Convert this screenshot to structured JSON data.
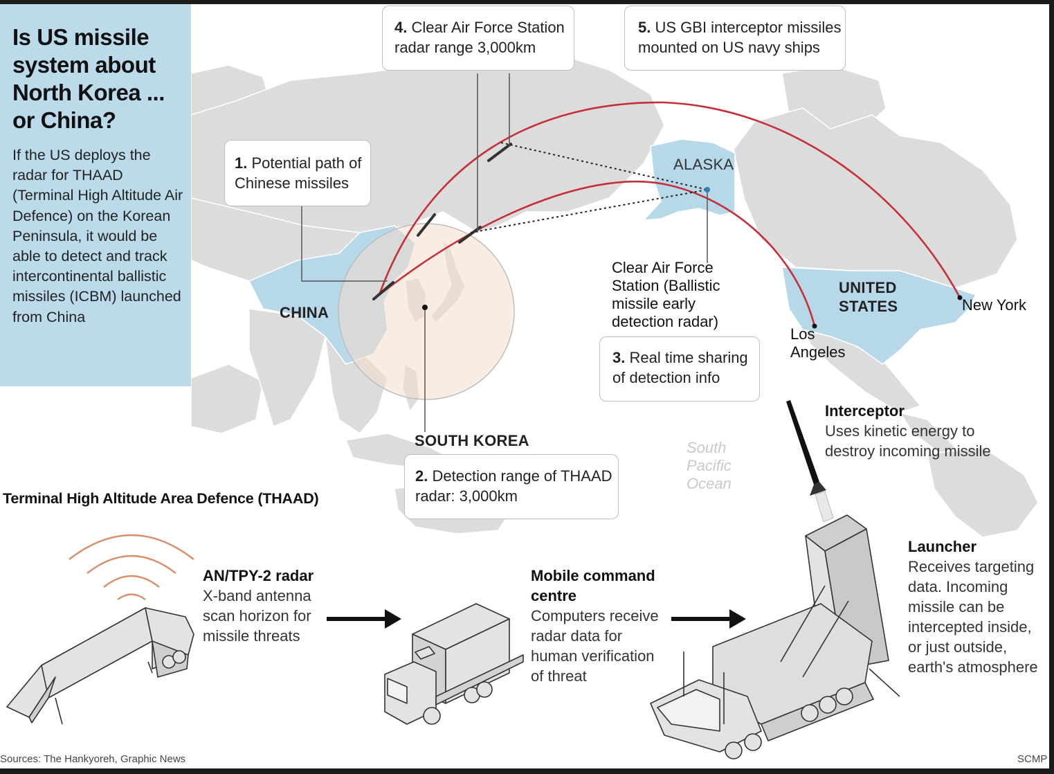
{
  "panel": {
    "title": "Is US missile system about North Korea ... or China?",
    "intro": "If the US deploys the radar for THAAD (Terminal High Altitude Air Defence) on the Korean Peninsula, it would be able to detect and track intercontinental ballistic missiles (ICBM) launched from China"
  },
  "callouts": {
    "c1": {
      "num": "1.",
      "text": "Potential path of Chinese missiles"
    },
    "c2": {
      "num": "2.",
      "text": "Detection range of THAAD radar: 3,000km"
    },
    "c3": {
      "num": "3.",
      "text": "Real time sharing of detection info"
    },
    "c4": {
      "num": "4.",
      "text": "Clear Air Force Station radar range 3,000km"
    },
    "c5": {
      "num": "5.",
      "text": "US GBI interceptor missiles mounted on US navy ships"
    }
  },
  "map_labels": {
    "china": "CHINA",
    "alaska": "ALASKA",
    "united_states": "UNITED STATES",
    "south_korea": "SOUTH KOREA",
    "new_york": "New York",
    "los_angeles": "Los Angeles",
    "ocean": "South Pacific Ocean",
    "clear_station": "Clear Air Force Station (Ballistic missile early detection radar)"
  },
  "thaad": {
    "heading": "Terminal High Altitude Area Defence (THAAD)",
    "radar": {
      "title": "AN/TPY-2 radar",
      "text": "X-band antenna scan horizon for missile threats"
    },
    "command": {
      "title": "Mobile command centre",
      "text": "Computers receive radar data for human verification of threat"
    },
    "interceptor": {
      "title": "Interceptor",
      "text": "Uses kinetic energy to destroy incoming missile"
    },
    "launcher": {
      "title": "Launcher",
      "text": "Receives targeting data. Incoming missile can be intercepted inside, or just outside, earth's atmosphere"
    }
  },
  "footer": {
    "sources": "Sources: The Hankyoreh, Graphic News",
    "credit": "SCMP"
  },
  "colors": {
    "panel_bg": "#bcdbea",
    "land": "#dedede",
    "highlight_land": "#b7d8e9",
    "missile_path": "#c62f36",
    "range_circle": "#f4dccc"
  }
}
